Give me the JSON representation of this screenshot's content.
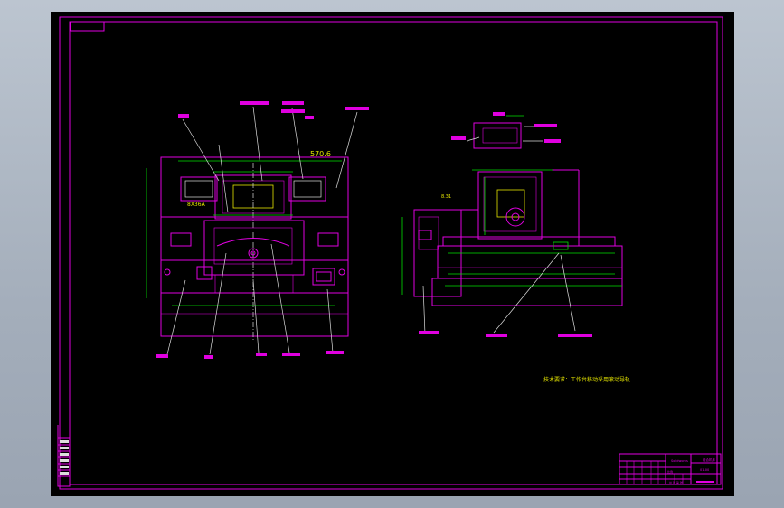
{
  "dimension_1": "570.6",
  "callout_1": "8X36A",
  "callout_2": "8.31",
  "note_text": "技术要求：工作台移动采用滚动导轨",
  "title_block": {
    "company": "Solidworks",
    "drawing_name": "组合机床",
    "drawing_no": "01-00",
    "scale_label": "比例",
    "sheet_label": "共 张 第 张"
  },
  "colors": {
    "line": "#e000e0",
    "dim": "#00e000",
    "note": "#e6e600",
    "sheet": "#000000"
  }
}
